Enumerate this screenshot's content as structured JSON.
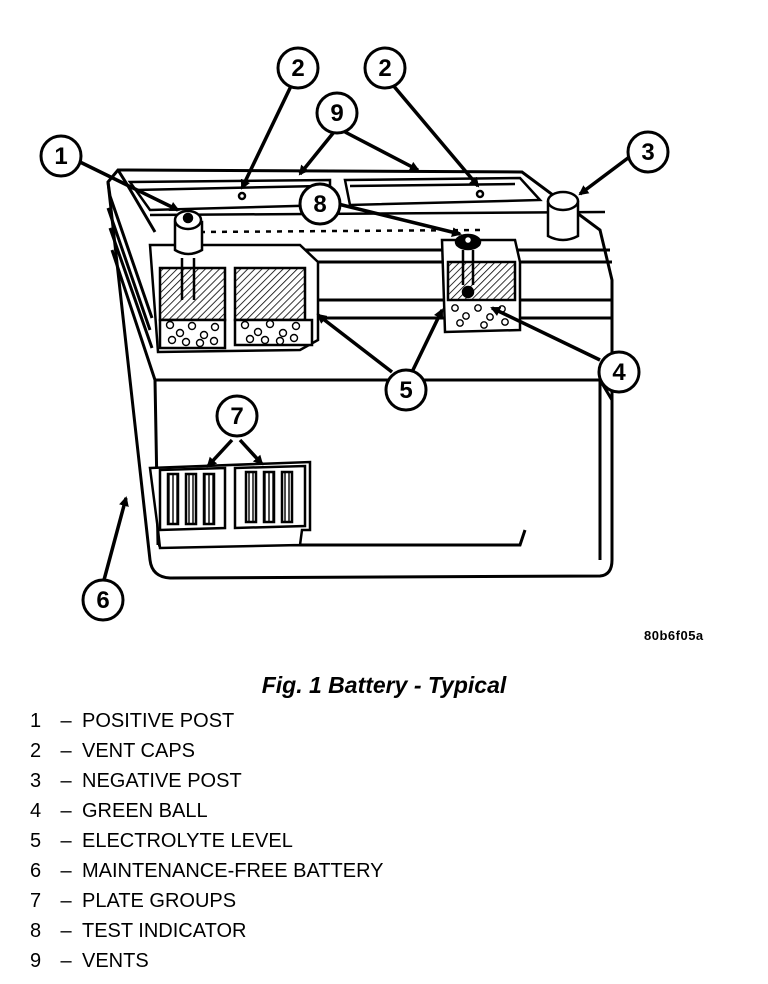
{
  "figure": {
    "image_code": "80b6f05a",
    "caption": "Fig. 1 Battery - Typical",
    "callouts": [
      {
        "id": "1"
      },
      {
        "id": "2"
      },
      {
        "id": "3"
      },
      {
        "id": "4"
      },
      {
        "id": "5"
      },
      {
        "id": "6"
      },
      {
        "id": "7"
      },
      {
        "id": "8"
      },
      {
        "id": "9"
      }
    ]
  },
  "legend": [
    {
      "num": "1",
      "dash": "–",
      "text": "POSITIVE POST"
    },
    {
      "num": "2",
      "dash": "–",
      "text": "VENT CAPS"
    },
    {
      "num": "3",
      "dash": "–",
      "text": "NEGATIVE POST"
    },
    {
      "num": "4",
      "dash": "–",
      "text": "GREEN BALL"
    },
    {
      "num": "5",
      "dash": "–",
      "text": "ELECTROLYTE LEVEL"
    },
    {
      "num": "6",
      "dash": "–",
      "text": "MAINTENANCE-FREE BATTERY"
    },
    {
      "num": "7",
      "dash": "–",
      "text": "PLATE GROUPS"
    },
    {
      "num": "8",
      "dash": "–",
      "text": "TEST INDICATOR"
    },
    {
      "num": "9",
      "dash": "–",
      "text": "VENTS"
    }
  ]
}
